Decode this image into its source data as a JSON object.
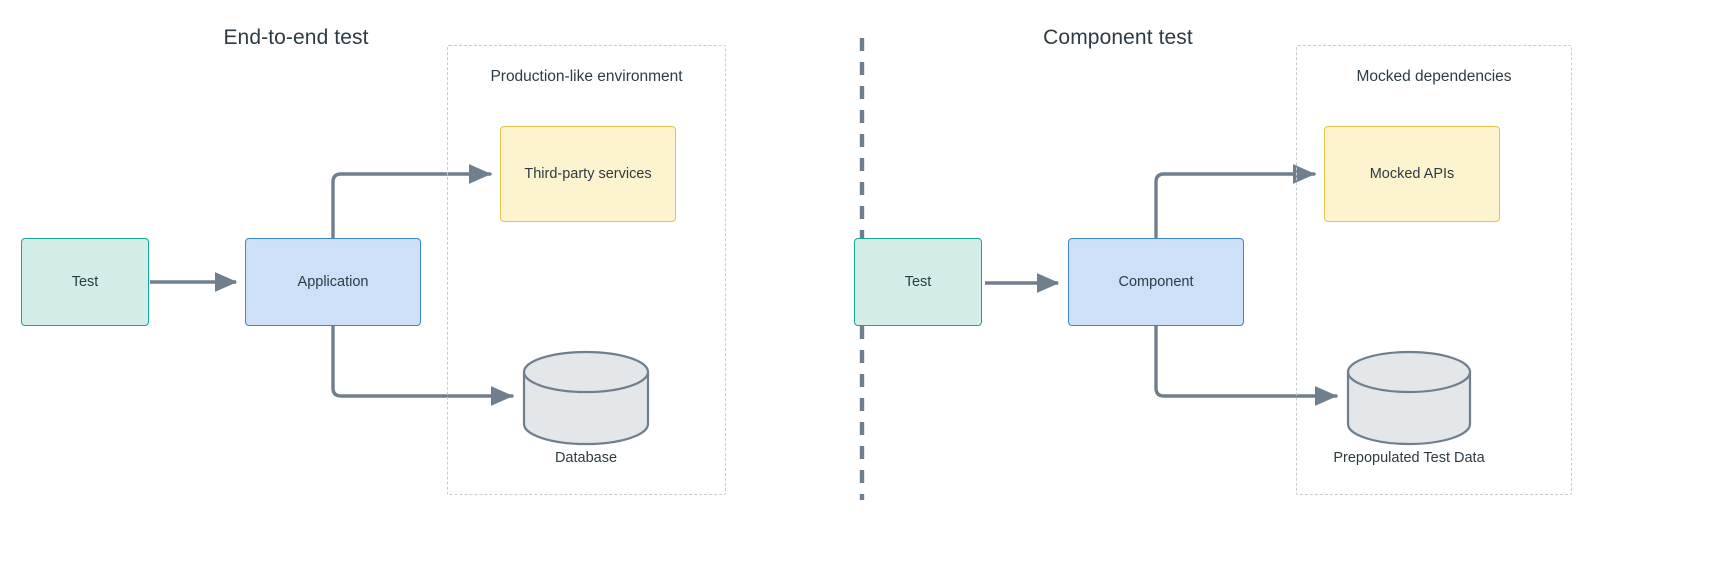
{
  "diagram": {
    "title_left": "End-to-end test",
    "title_right": "Component test",
    "colors": {
      "teal_fill": "#d3eee8",
      "teal_stroke": "#15a89a",
      "blue_fill": "#cde0f7",
      "blue_stroke": "#3b86cf",
      "yellow_fill": "#fdf3cf",
      "yellow_stroke": "#e7c34e",
      "cylinder_fill": "#e3e7ea",
      "cylinder_stroke": "#6f7f8e",
      "arrow": "#6f7f8e",
      "group_border": "#c6ccd4",
      "divider": "#6f7f8e",
      "text": "#2d3b45",
      "background": "#ffffff"
    }
  },
  "left_panel": {
    "title": "End-to-end test",
    "group": {
      "label": "Production-like environment"
    },
    "nodes": {
      "test": "Test",
      "application": "Application",
      "third_party": "Third-party services",
      "database": "Database"
    }
  },
  "right_panel": {
    "title": "Component test",
    "group": {
      "label": "Mocked dependencies"
    },
    "nodes": {
      "test": "Test",
      "component": "Component",
      "mocked_apis": "Mocked APIs",
      "test_data": "Prepopulated Test Data"
    }
  }
}
